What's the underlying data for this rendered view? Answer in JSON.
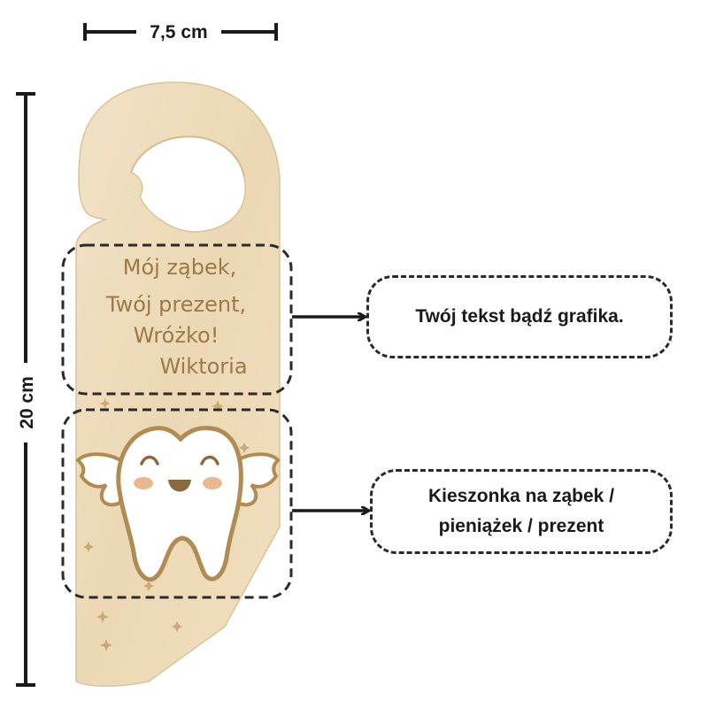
{
  "dimensions": {
    "width_label": "7,5 cm",
    "height_label": "20 cm"
  },
  "hanger_text": {
    "line1": "Mój ząbek,",
    "line2": "Twój prezent,",
    "line3": "Wróżko!",
    "line4": "Wiktoria"
  },
  "callouts": {
    "text_area": "Twój tekst bądź grafika.",
    "pocket_line1": "Kieszonka na ząbek /",
    "pocket_line2": "pieniążek / prezent"
  },
  "colors": {
    "wood": "#eedcbc",
    "engraving": "#9b7a46",
    "ink": "#1a1a1a",
    "tooth": "#ffffff",
    "tooth_outline": "#b08c52",
    "cheeks": "#e9b88f"
  }
}
